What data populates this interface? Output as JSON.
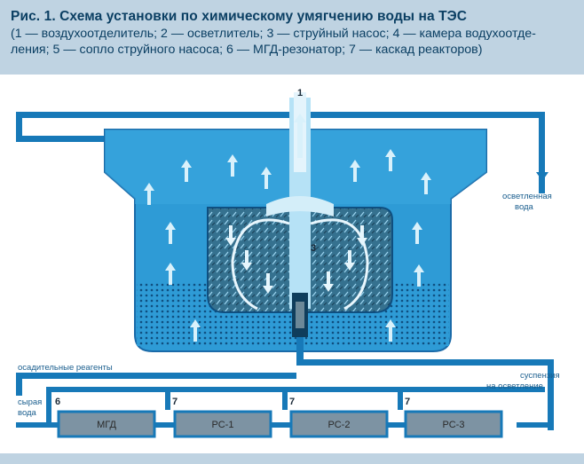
{
  "caption": {
    "title": "Рис. 1. Схема установки по химическому умягчению воды на ТЭС",
    "body": "(1 — воздухоотделитель; 2 — осветлитель; 3 — струйный насос; 4 — камера водухоотде-ления; 5 — сопло струйного насоса; 6 — МГД-резонатор; 7 — каскад реакторов)"
  },
  "diagram": {
    "labels": {
      "clarified_water_1": "осветленная",
      "clarified_water_2": "вода",
      "reagents": "осадительные реагенты",
      "suspension_1": "суспензия",
      "suspension_2": "на осветление",
      "raw_water_1": "сырая",
      "raw_water_2": "вода"
    },
    "numbers": {
      "n1": "1",
      "n3": "3",
      "n6": "6",
      "n7a": "7",
      "n7b": "7",
      "n7c": "7"
    },
    "blocks": {
      "mgd": "МГД",
      "rs1": "РС-1",
      "rs2": "РС-2",
      "rs3": "РС-3"
    }
  },
  "colors": {
    "water": "#2e9bd6",
    "water_light": "#8fd2f2",
    "pipe": "#1779b8",
    "caption_bg": "#bfd3e2",
    "text": "#0b3f63"
  }
}
